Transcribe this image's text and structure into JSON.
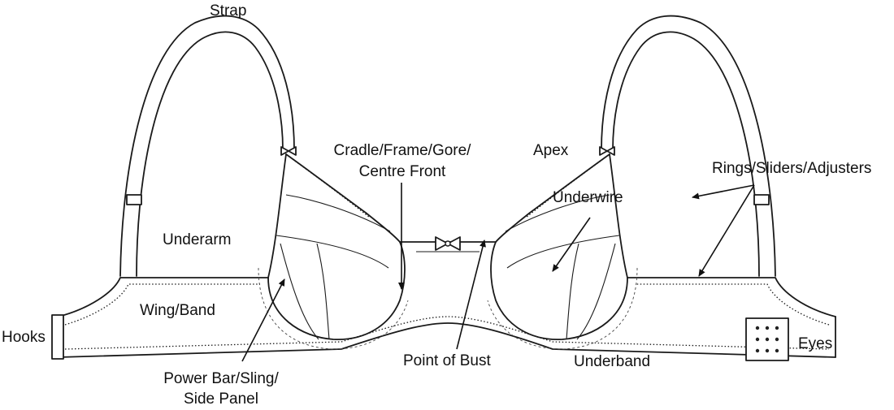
{
  "labels": {
    "strap": "Strap",
    "cradle_line1": "Cradle/Frame/Gore/",
    "cradle_line2": "Centre Front",
    "apex": "Apex",
    "rings": "Rings/Sliders/Adjusters",
    "underwire": "Underwire",
    "underarm": "Underarm",
    "wing_band": "Wing/Band",
    "hooks": "Hooks",
    "eyes": "Eyes",
    "point_of_bust": "Point of Bust",
    "underband": "Underband",
    "power_bar_line1": "Power Bar/Sling/",
    "power_bar_line2": "Side Panel"
  }
}
